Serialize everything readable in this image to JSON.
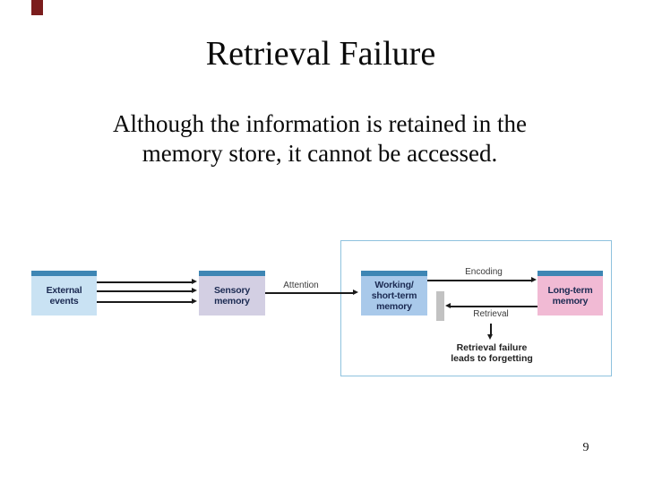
{
  "slide": {
    "title": "Retrieval Failure",
    "body_line1": "Although the information is retained in the",
    "body_line2": "memory store, it cannot be accessed.",
    "page_number": "9",
    "accent_bar_color": "#7b1d1d"
  },
  "diagram": {
    "boxes": [
      {
        "id": "external-events",
        "label": "External\nevents",
        "fill": "#c9e2f3"
      },
      {
        "id": "sensory-memory",
        "label": "Sensory\nmemory",
        "fill": "#d3cfe3"
      },
      {
        "id": "working-short-term-memory",
        "label": "Working/\nshort-term\nmemory",
        "fill": "#a9c9ea"
      },
      {
        "id": "long-term-memory",
        "label": "Long-term\nmemory",
        "fill": "#f1bad4"
      }
    ],
    "box_header_color": "#3e86b4",
    "labels": {
      "attention": "Attention",
      "encoding": "Encoding",
      "retrieval": "Retrieval",
      "caption": "Retrieval failure\nleads to forgetting"
    },
    "panel_border_color": "#8fc2de",
    "blocker_color": "#c2c2c2",
    "arrow_color": "#1a1a1a"
  }
}
